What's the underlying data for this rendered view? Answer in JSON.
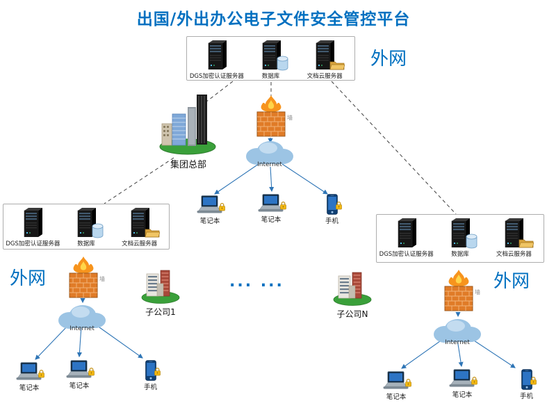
{
  "title": "出国/外出办公电子文件安全管控平台",
  "zones": {
    "external": "外网"
  },
  "server_labels": [
    "DGS加密认证服务器",
    "数据库",
    "文档云服务器"
  ],
  "sites": {
    "hq": "集团总部",
    "sub1": "子公司1",
    "subn": "子公司N",
    "dots": "... ..."
  },
  "network": {
    "internet": "Internet",
    "firewall": "墙"
  },
  "devices": {
    "laptop": "笔记本",
    "phone": "手机"
  },
  "icons": {
    "server": "server-tower-icon",
    "database": "database-cylinder-icon",
    "folder": "folder-icon",
    "firewall": "firewall-brick-flame-icon",
    "cloud": "internet-cloud-icon",
    "laptop": "laptop-icon",
    "phone": "smartphone-icon",
    "lock": "lock-icon",
    "hq_buildings": "headquarters-buildings-icon",
    "sub_buildings": "subsidiary-buildings-icon"
  },
  "colors": {
    "title": "#0070c0",
    "zone_label": "#0070c0",
    "arrow": "#2e75b6",
    "dashed_line": "#3f3f3f",
    "firewall_brick": "#e07b27",
    "flame": "#f7941d",
    "cloud": "#9cc4e4"
  }
}
